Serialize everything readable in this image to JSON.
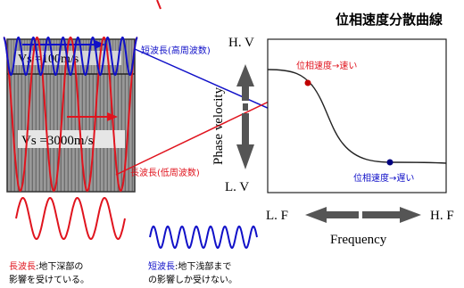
{
  "title": "位相速度分散曲線",
  "soil_column": {
    "upper_velocity": "Vs   =100m/s",
    "lower_velocity": "Vs  =3000m/s"
  },
  "callouts": {
    "short_wave": "短波長(高周波数)",
    "long_wave": "長波長(低周波数)"
  },
  "plot": {
    "y_top": "H. V",
    "y_bottom": "L. V",
    "y_axis": "Phase velocity",
    "x_left": "L. F",
    "x_right": "H. F",
    "x_axis": "Frequency",
    "point_fast": "位相速度→速い",
    "point_slow": "位相速度→遅い"
  },
  "captions": {
    "long_line1": "長波長:地下深部の",
    "long_line2": "影響を受けている。",
    "short_line1": "短波長:地下浅部まで",
    "short_line2": "の影響しか受けない。"
  },
  "colors": {
    "red": "#e0141e",
    "blue": "#1010c8",
    "arrow_gray": "#555555"
  }
}
